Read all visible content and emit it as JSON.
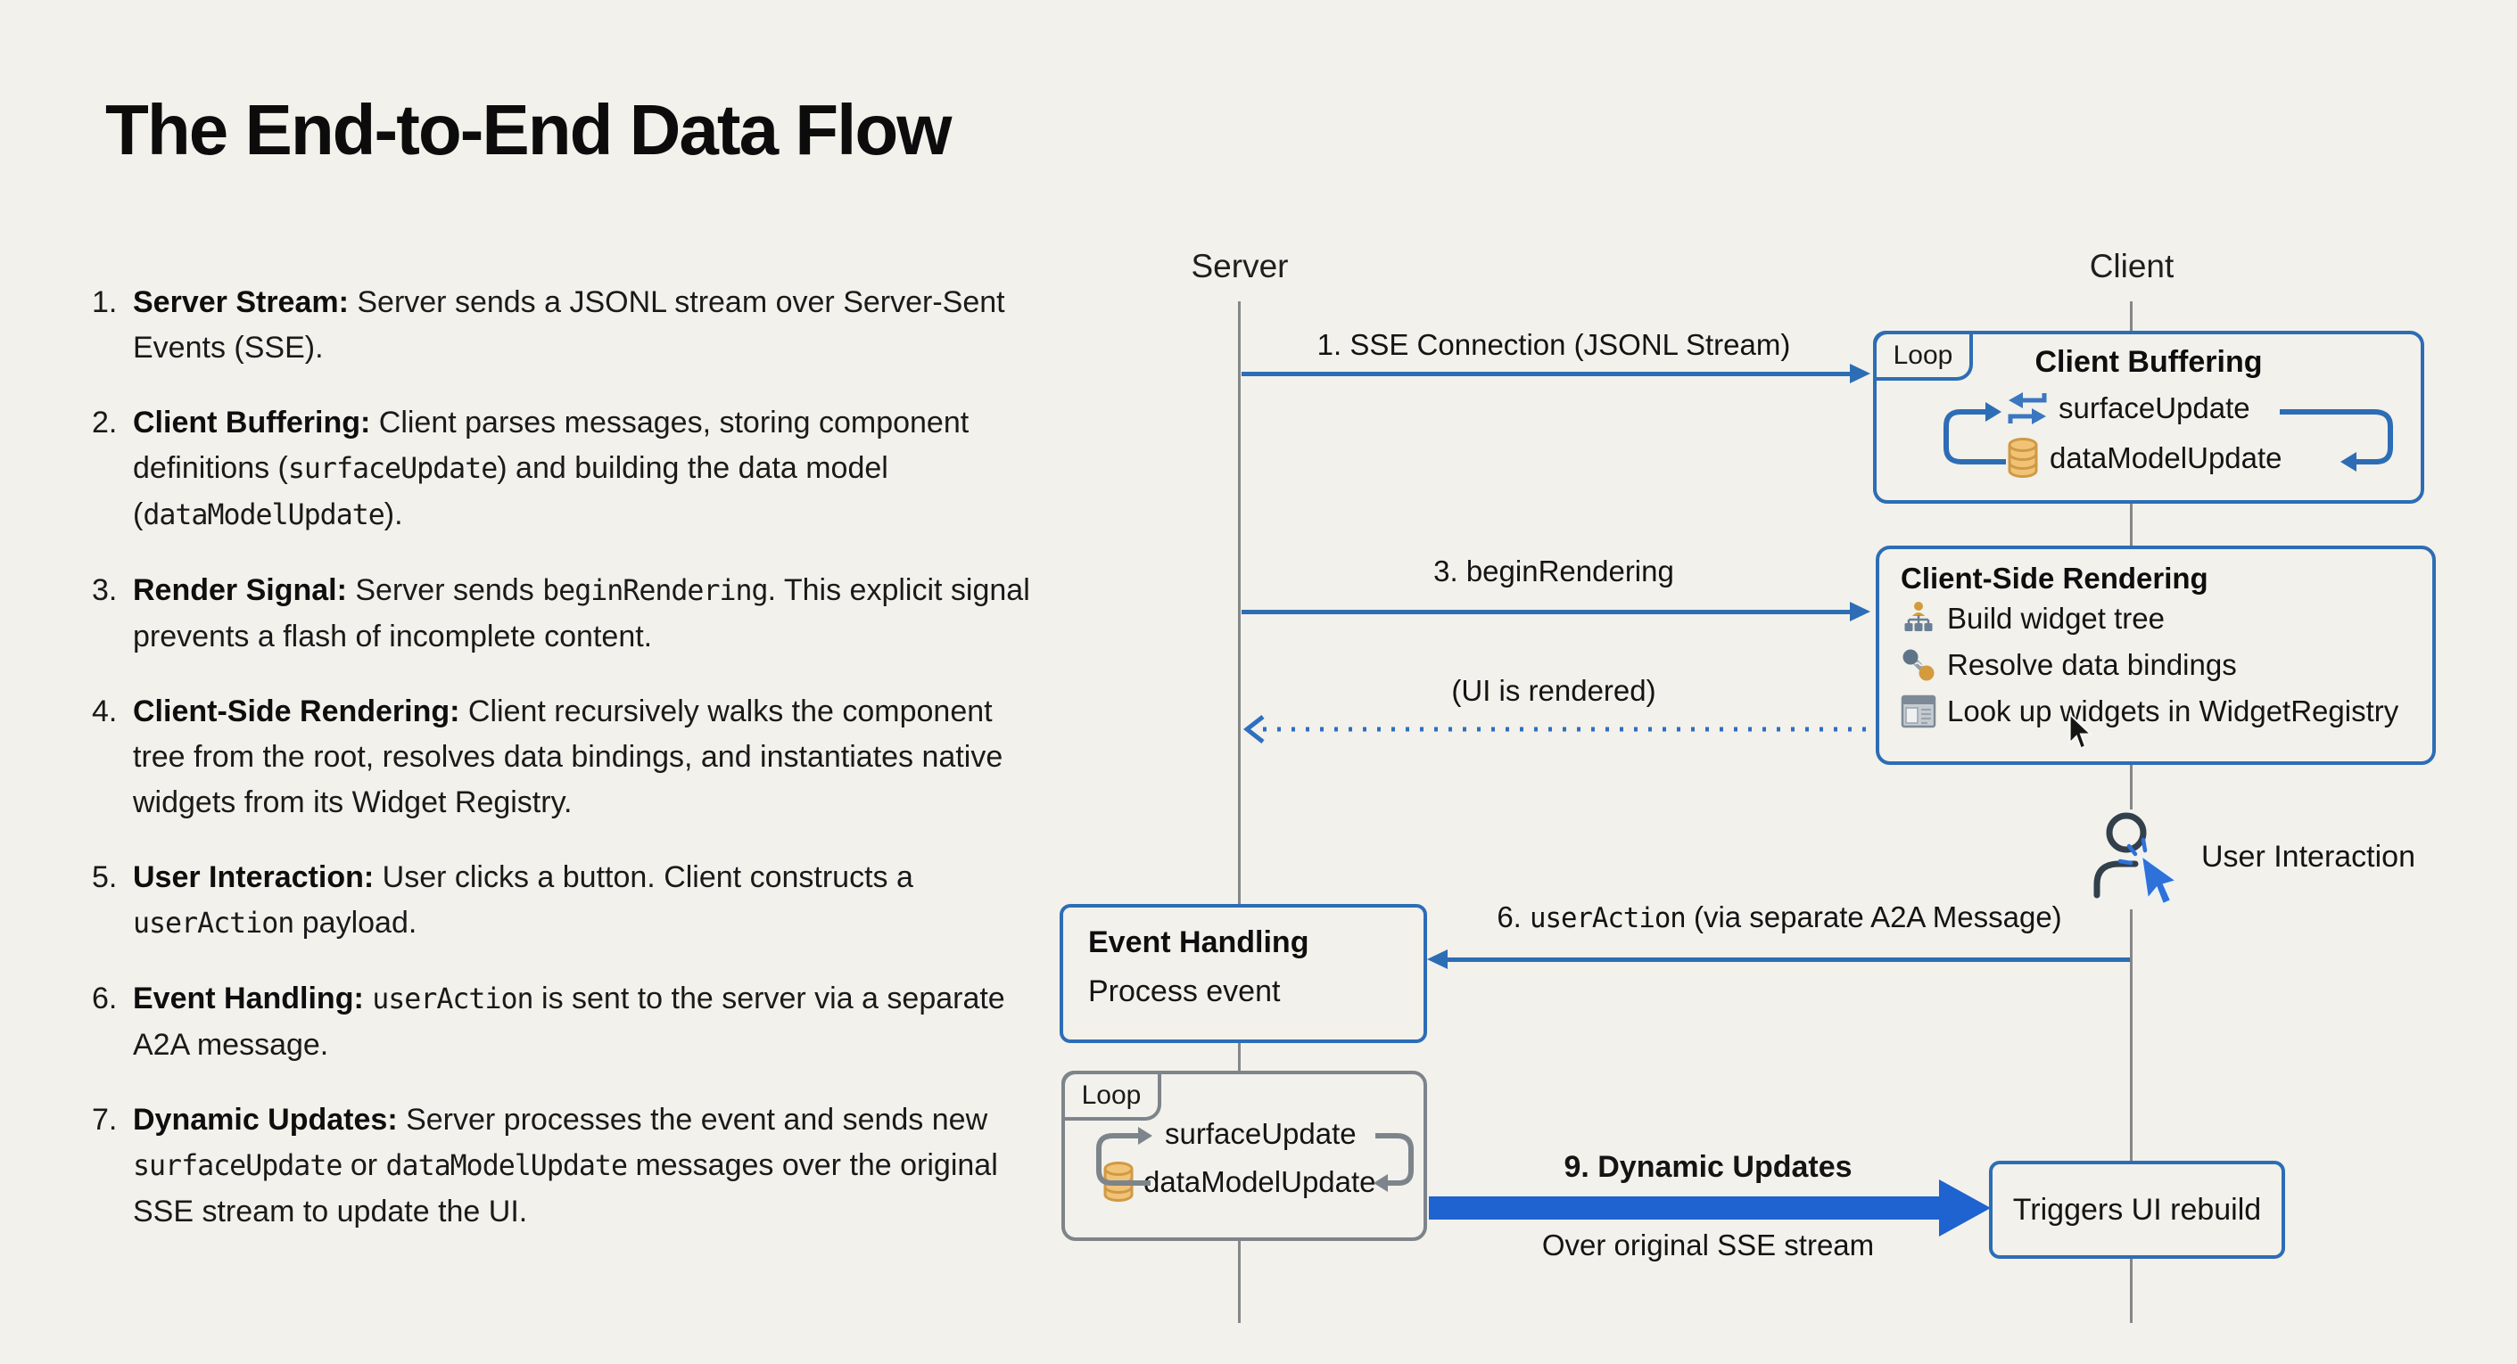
{
  "title": "The End-to-End Data Flow",
  "steps": [
    {
      "num": "1.",
      "label": "Server Stream:",
      "body": " Server sends a JSONL stream over Server-Sent Events (SSE)."
    },
    {
      "num": "2.",
      "label": "Client Buffering:",
      "body": " Client parses messages, storing component definitions (`surfaceUpdate`) and building the data model (`dataModelUpdate`)."
    },
    {
      "num": "3.",
      "label": "Render Signal:",
      "body": " Server sends `beginRendering`. This explicit signal prevents a flash of incomplete content."
    },
    {
      "num": "4.",
      "label": "Client-Side Rendering:",
      "body": " Client recursively walks the component tree from the root, resolves data bindings, and instantiates native widgets from its Widget Registry."
    },
    {
      "num": "5.",
      "label": "User Interaction:",
      "body": " User clicks a button. Client constructs a `userAction` payload."
    },
    {
      "num": "6.",
      "label": "Event Handling:",
      "body": " `userAction` is sent to the server via a separate A2A message."
    },
    {
      "num": "7.",
      "label": "Dynamic Updates:",
      "body": " Server processes the event and sends new `surfaceUpdate` or `dataModelUpdate` messages over the original SSE stream to update the UI."
    }
  ],
  "diagram": {
    "lifelines": {
      "server": "Server",
      "client": "Client"
    },
    "messages": {
      "sse": "1. SSE Connection (JSONL Stream)",
      "begin_rendering": "3. beginRendering",
      "ui_rendered": "(UI is rendered)",
      "user_action": "6. `userAction` (via separate A2A Message)",
      "dynamic_updates": "9. Dynamic Updates",
      "dynamic_updates_sub": "Over original SSE stream"
    },
    "client_buffering": {
      "loop": "Loop",
      "title": "Client Buffering",
      "items": [
        "surfaceUpdate",
        "dataModelUpdate"
      ]
    },
    "client_side_rendering": {
      "title": "Client-Side Rendering",
      "items": [
        "Build widget tree",
        "Resolve data bindings",
        "Look up widgets in WidgetRegistry"
      ]
    },
    "user_interaction": "User Interaction",
    "event_handling": {
      "title": "Event Handling",
      "subtitle": "Process event"
    },
    "server_loop": {
      "loop": "Loop",
      "items": [
        "surfaceUpdate",
        "dataModelUpdate"
      ]
    },
    "triggers": "Triggers UI rebuild",
    "colors": {
      "accent_blue": "#2d6db5",
      "bright_blue": "#1e63cf",
      "lifeline_gray": "#85878a",
      "loop_gray": "#7d848b",
      "db_orange": "#f1c377",
      "background": "#f2f1eb"
    }
  }
}
